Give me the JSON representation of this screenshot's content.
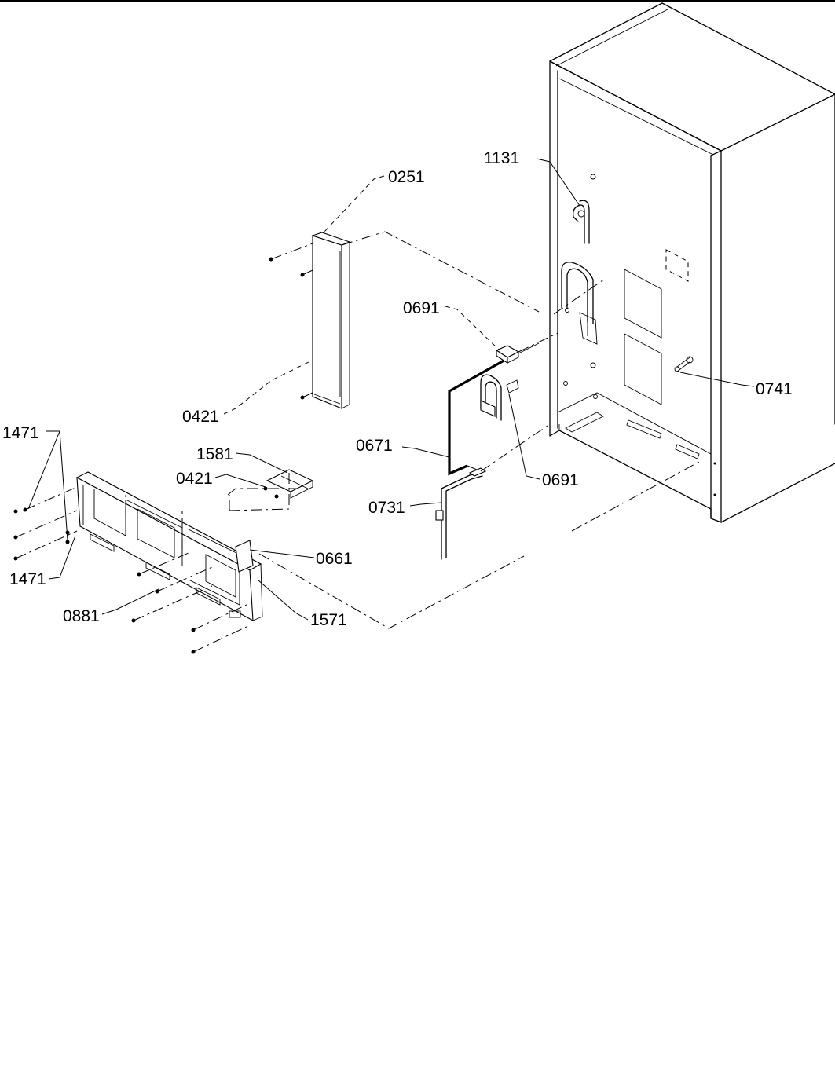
{
  "labels": {
    "p1131": "1131",
    "p0251": "0251",
    "p0691_top": "0691",
    "p0741": "0741",
    "p0421_left": "0421",
    "p1471_top": "1471",
    "p1581": "1581",
    "p0671": "0671",
    "p0421_mid": "0421",
    "p0691_bottom": "0691",
    "p0731": "0731",
    "p0661": "0661",
    "p1471_bottom": "1471",
    "p0881": "0881",
    "p1571": "1571"
  }
}
